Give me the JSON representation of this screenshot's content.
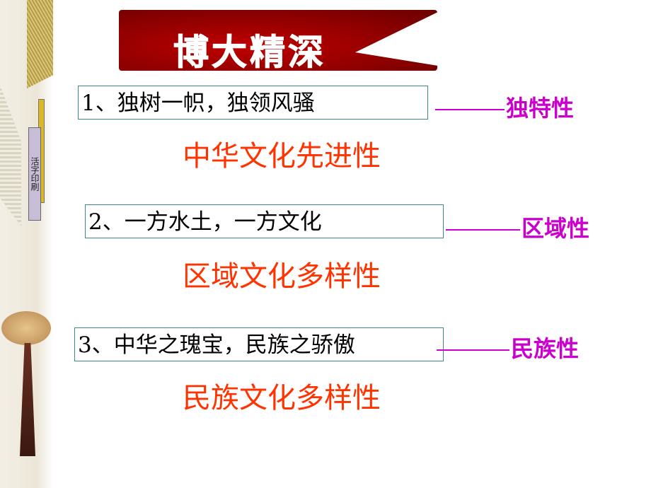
{
  "title": "博大精深",
  "side_decoration_text": "活字印刷",
  "items": [
    {
      "heading": "1、独树一帜，独领风骚",
      "label": "独特性",
      "conclusion": "中华文化先进性"
    },
    {
      "heading": "2、一方水土，一方文化",
      "label": "区域性",
      "conclusion": "区域文化多样性"
    },
    {
      "heading": "3、中华之瑰宝，民族之骄傲",
      "label": "民族性",
      "conclusion": "民族文化多样性"
    }
  ],
  "colors": {
    "banner": "#b00000",
    "conclusion": "#ff3300",
    "label": "#cc00cc"
  }
}
